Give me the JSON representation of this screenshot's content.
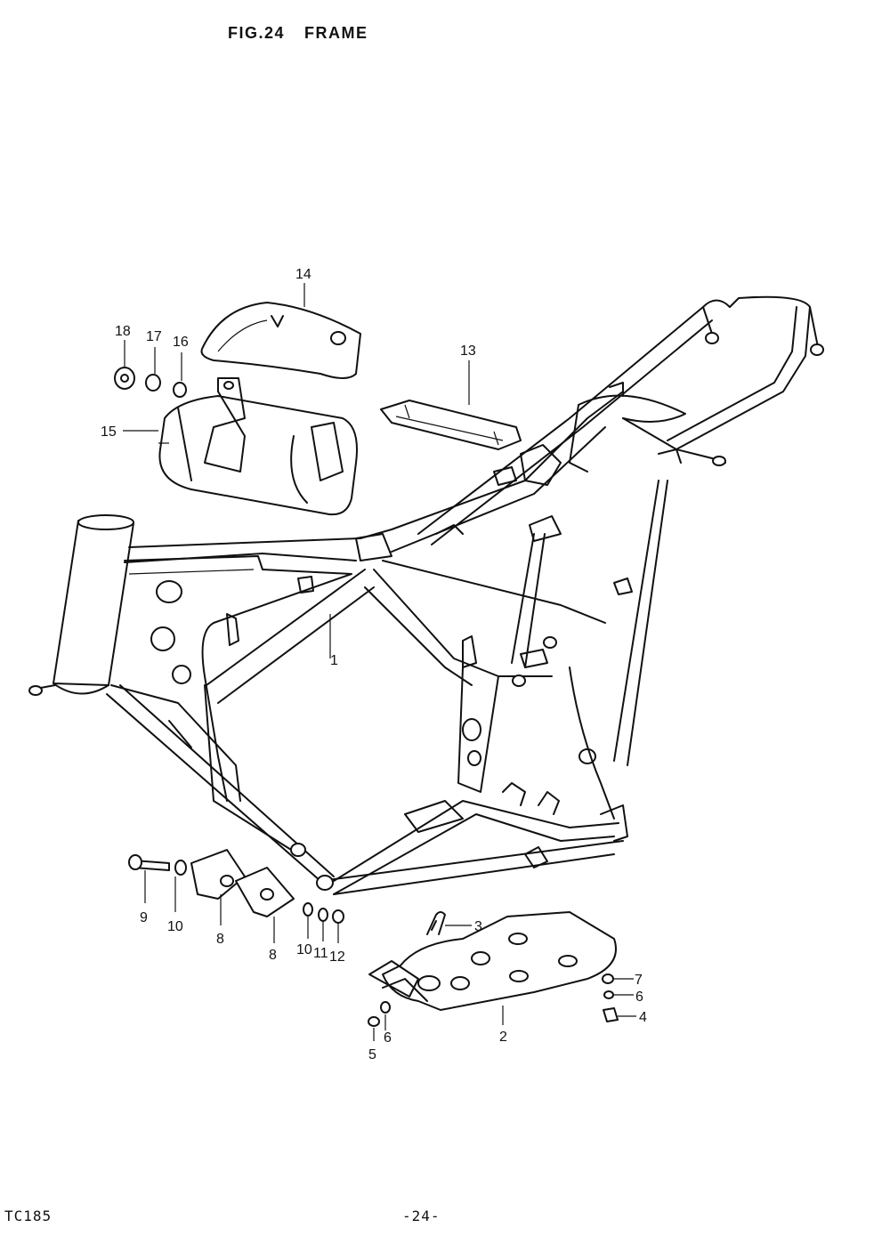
{
  "header": {
    "figure": "FIG.24",
    "title": "FRAME"
  },
  "footer": {
    "model": "TC185",
    "page": "-24-"
  },
  "callouts": [
    "1",
    "2",
    "3",
    "4",
    "5",
    "6",
    "6",
    "7",
    "8",
    "8",
    "9",
    "10",
    "10",
    "11",
    "12",
    "13",
    "14",
    "15",
    "16",
    "17",
    "18"
  ]
}
